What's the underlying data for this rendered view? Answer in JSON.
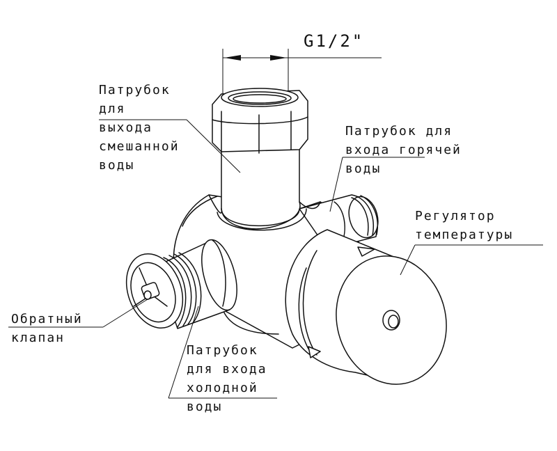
{
  "dimension": {
    "thread": "G1/2\""
  },
  "labels": {
    "mixed_outlet": [
      "Патрубок",
      "для",
      "выхода",
      "смешанной",
      "воды"
    ],
    "hot_inlet": [
      "Патрубок для",
      "входа горячей",
      "воды"
    ],
    "temperature_regulator": [
      "Регулятор",
      "температуры"
    ],
    "check_valve": [
      "Обратный",
      "клапан"
    ],
    "cold_inlet": [
      "Патрубок",
      "для входа",
      "холодной",
      "воды"
    ]
  }
}
